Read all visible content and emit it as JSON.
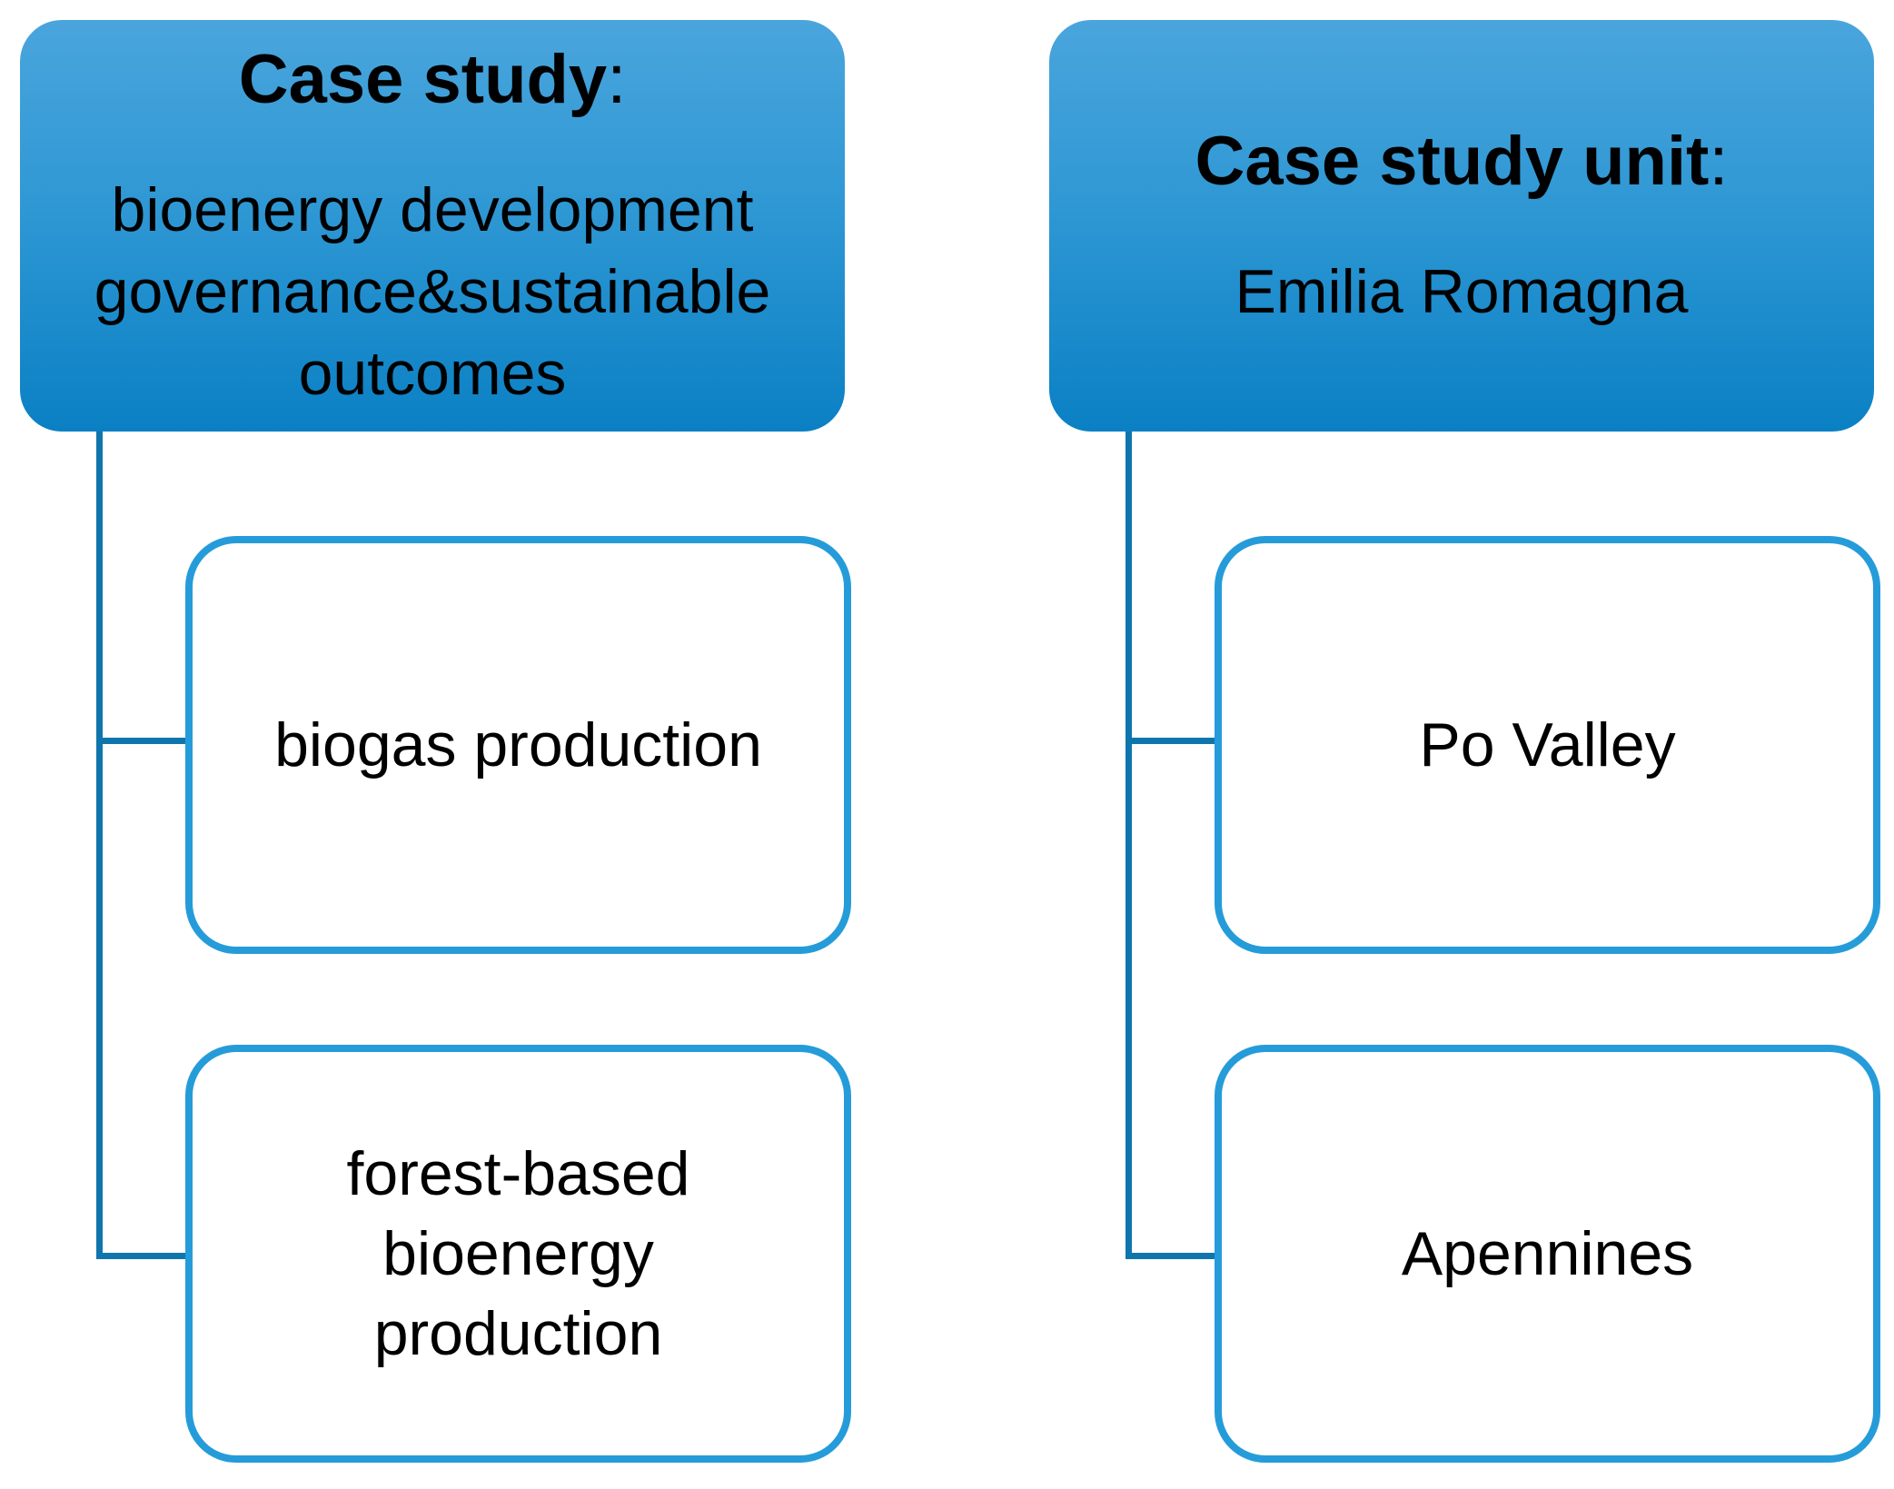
{
  "columns": [
    {
      "header": {
        "title": "Case study",
        "colon": ":",
        "subtitle_lines": [
          "bioenergy development",
          "governance&sustainable",
          "outcomes"
        ]
      },
      "children": [
        {
          "lines": [
            "biogas production"
          ]
        },
        {
          "lines": [
            "forest-based",
            "bioenergy",
            "production"
          ]
        }
      ]
    },
    {
      "header": {
        "title": "Case study unit",
        "colon": ":",
        "subtitle_lines": [
          "Emilia Romagna"
        ]
      },
      "children": [
        {
          "lines": [
            "Po Valley"
          ]
        },
        {
          "lines": [
            "Apennines"
          ]
        }
      ]
    }
  ],
  "colors": {
    "header_gradient_top": "#4AA5DC",
    "header_gradient_mid": "#2F98D4",
    "header_gradient_bottom": "#0A80C4",
    "child_border": "#259CD9",
    "connector": "#0F76AD",
    "text": "#000000"
  }
}
